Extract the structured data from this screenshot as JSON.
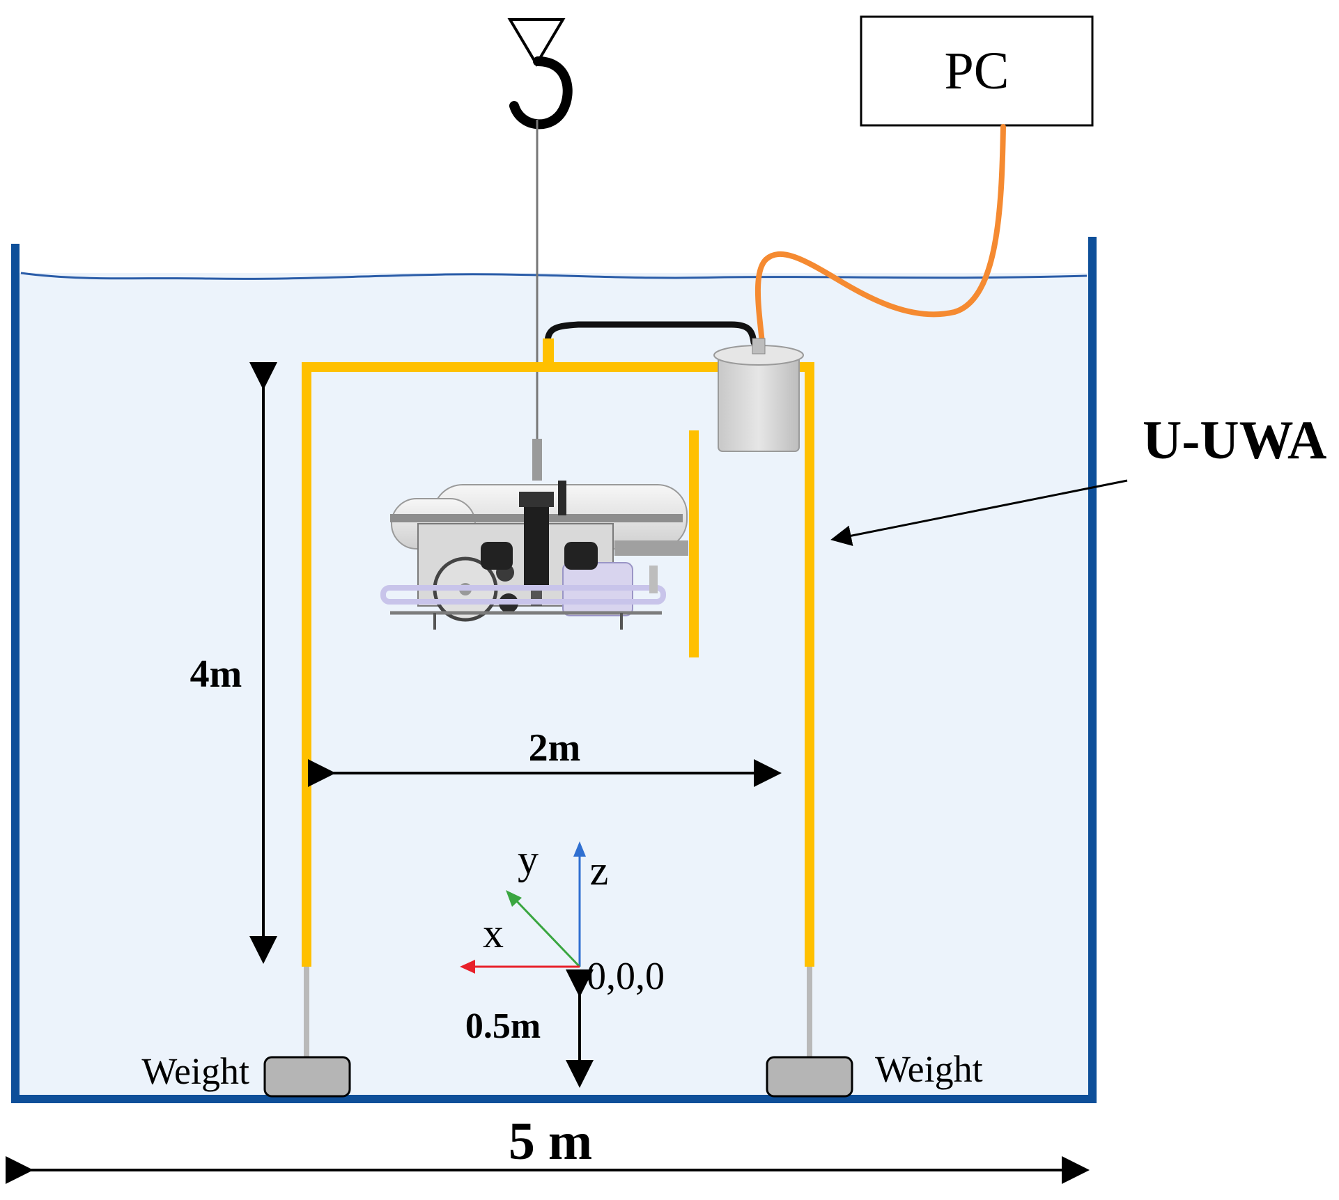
{
  "labels": {
    "pc": "PC",
    "uuwa": "U-UWA",
    "height": "4m",
    "frame_width": "2m",
    "tank_width": "5 m",
    "offset": "0.5m",
    "weight_left": "Weight",
    "weight_right": "Weight",
    "axis_x": "x",
    "axis_y": "y",
    "axis_z": "z",
    "origin": "0,0,0"
  },
  "colors": {
    "water": "#ecf3fb",
    "tank_wall": "#0e4f99",
    "water_line": "#2a5ca8",
    "frame": "#ffc000",
    "cable_pc": "#f58a31",
    "cable_black": "#111111",
    "axis_x": "#e8202a",
    "axis_y": "#3aa640",
    "axis_z": "#2f6fd1"
  },
  "icons": {
    "crane_hook": "hook-icon",
    "rov": "rov-vehicle",
    "sensor": "sensor-canister"
  }
}
